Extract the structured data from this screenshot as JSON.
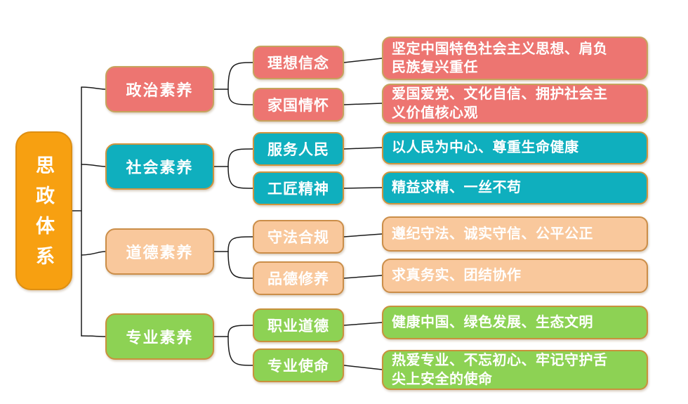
{
  "diagram": {
    "type": "mindmap-tree",
    "orientation": "left-to-right"
  },
  "colors": {
    "root_fill": "#F7A011",
    "root_border": "#DE8F12",
    "political_fill": "#ED7571",
    "political_border": "#C6A35D",
    "social_fill": "#0FAFBE",
    "social_border": "#D0953F",
    "moral_fill": "#F9C89C",
    "moral_border": "#CB8E49",
    "professional_fill": "#8DD254",
    "professional_border": "#C9913C",
    "text": "#FFFFFF",
    "line": "#1B1B1B",
    "background": "#FFFFFF"
  },
  "tree": {
    "root": "思政体系",
    "branches": [
      {
        "label": "政治素养",
        "children": [
          {
            "label": "理想信念",
            "detail": "坚定中国特色社会主义思想、肩负\n民族复兴重任"
          },
          {
            "label": "家国情怀",
            "detail": "爱国爱党、文化自信、拥护社会主\n义价值核心观"
          }
        ]
      },
      {
        "label": "社会素养",
        "children": [
          {
            "label": "服务人民",
            "detail": "以人民为中心、尊重生命健康"
          },
          {
            "label": "工匠精神",
            "detail": "精益求精、一丝不苟"
          }
        ]
      },
      {
        "label": "道德素养",
        "children": [
          {
            "label": "守法合规",
            "detail": "遵纪守法、诚实守信、公平公正"
          },
          {
            "label": "品德修养",
            "detail": "求真务实、团结协作"
          }
        ]
      },
      {
        "label": "专业素养",
        "children": [
          {
            "label": "职业道德",
            "detail": "健康中国、绿色发展、生态文明"
          },
          {
            "label": "专业使命",
            "detail": "热爱专业、不忘初心、牢记守护舌\n尖上安全的使命"
          }
        ]
      }
    ]
  }
}
